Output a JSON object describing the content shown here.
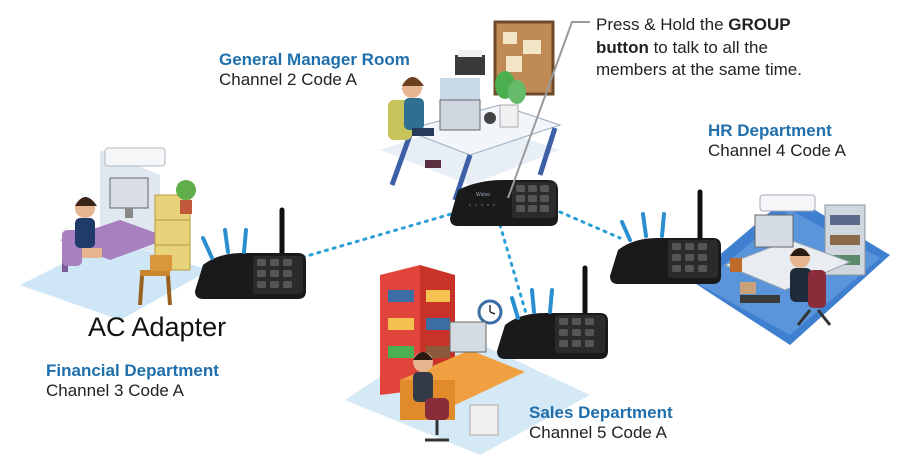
{
  "departments": {
    "general_manager": {
      "title": "General Manager Room",
      "channel": "Channel 2  Code A"
    },
    "hr": {
      "title": "HR Department",
      "channel": "Channel 4  Code A"
    },
    "financial": {
      "title": "Financial Department",
      "channel": "Channel 3  Code A"
    },
    "sales": {
      "title": "Sales Department",
      "channel": "Channel 5  Code A"
    }
  },
  "callout": {
    "line1_prefix": "Press & Hold the ",
    "line1_bold": "GROUP",
    "line2_bold": "button",
    "line2_rest": " to talk to all the",
    "line3": "members at the same time."
  },
  "ac_adapter_label": "AC Adapter",
  "device_brand": "Wuloo",
  "colors": {
    "title_blue": "#1f6fad",
    "link_dots": "#2a9fd6",
    "signal_waves": "#2a8fd0",
    "floor_blue": "#cfe6f7"
  }
}
